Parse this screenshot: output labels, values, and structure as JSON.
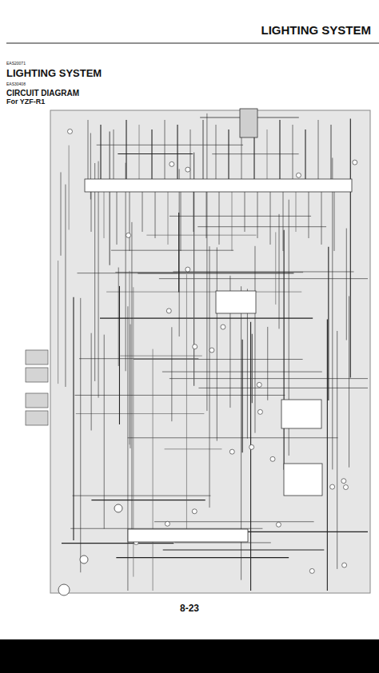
{
  "diagram": {
    "title": "LIGHTING SYSTEM",
    "labels": [
      "LIGHTING SYSTEM",
      "EAS20071",
      "EAS30408",
      "CIRCUIT DIAGRAM",
      "For YZF-R1",
      "8-23"
    ]
  }
}
